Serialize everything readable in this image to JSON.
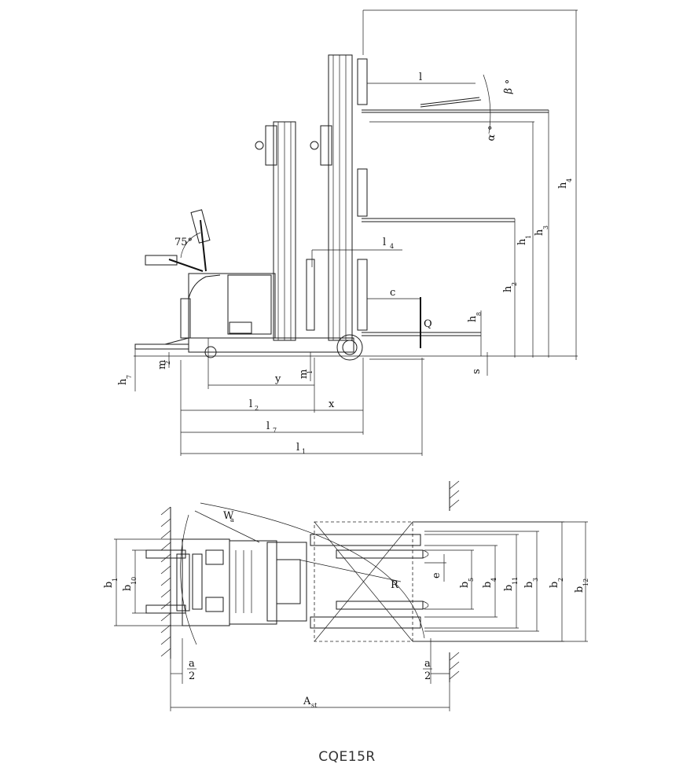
{
  "model": "CQE15R",
  "side_view": {
    "angle_label": "75°",
    "labels": {
      "l": "l",
      "alpha": "α °",
      "beta": "β °",
      "h4": "h",
      "h4_sub": "4",
      "h3": "h",
      "h3_sub": "3",
      "h1": "h",
      "h1_sub": "1",
      "h2": "h",
      "h2_sub": "2",
      "l4": "l",
      "l4_sub": "4",
      "c": "c",
      "Q": "Q",
      "h8": "h",
      "h8_sub": "8",
      "s": "s",
      "h7": "h",
      "h7_sub": "7",
      "m2": "m",
      "m2_sub": "2",
      "m1": "m",
      "m1_sub": "1",
      "y": "y",
      "x": "x",
      "l2": "l",
      "l2_sub": "2",
      "l7": "l",
      "l7_sub": "7",
      "l1": "l",
      "l1_sub": "1"
    }
  },
  "top_view": {
    "labels": {
      "Wa": "W",
      "Wa_sub": "a",
      "R": "R",
      "e": "e",
      "b1": "b",
      "b1_sub": "1",
      "b10": "b",
      "b10_sub": "10",
      "b5": "b",
      "b5_sub": "5",
      "b4": "b",
      "b4_sub": "4",
      "b11": "b",
      "b11_sub": "11",
      "b3": "b",
      "b3_sub": "3",
      "b2": "b",
      "b2_sub": "2",
      "b12": "b",
      "b12_sub": "12",
      "a_num": "a",
      "a_den": "2",
      "Ast": "A",
      "Ast_sub": "st"
    }
  }
}
